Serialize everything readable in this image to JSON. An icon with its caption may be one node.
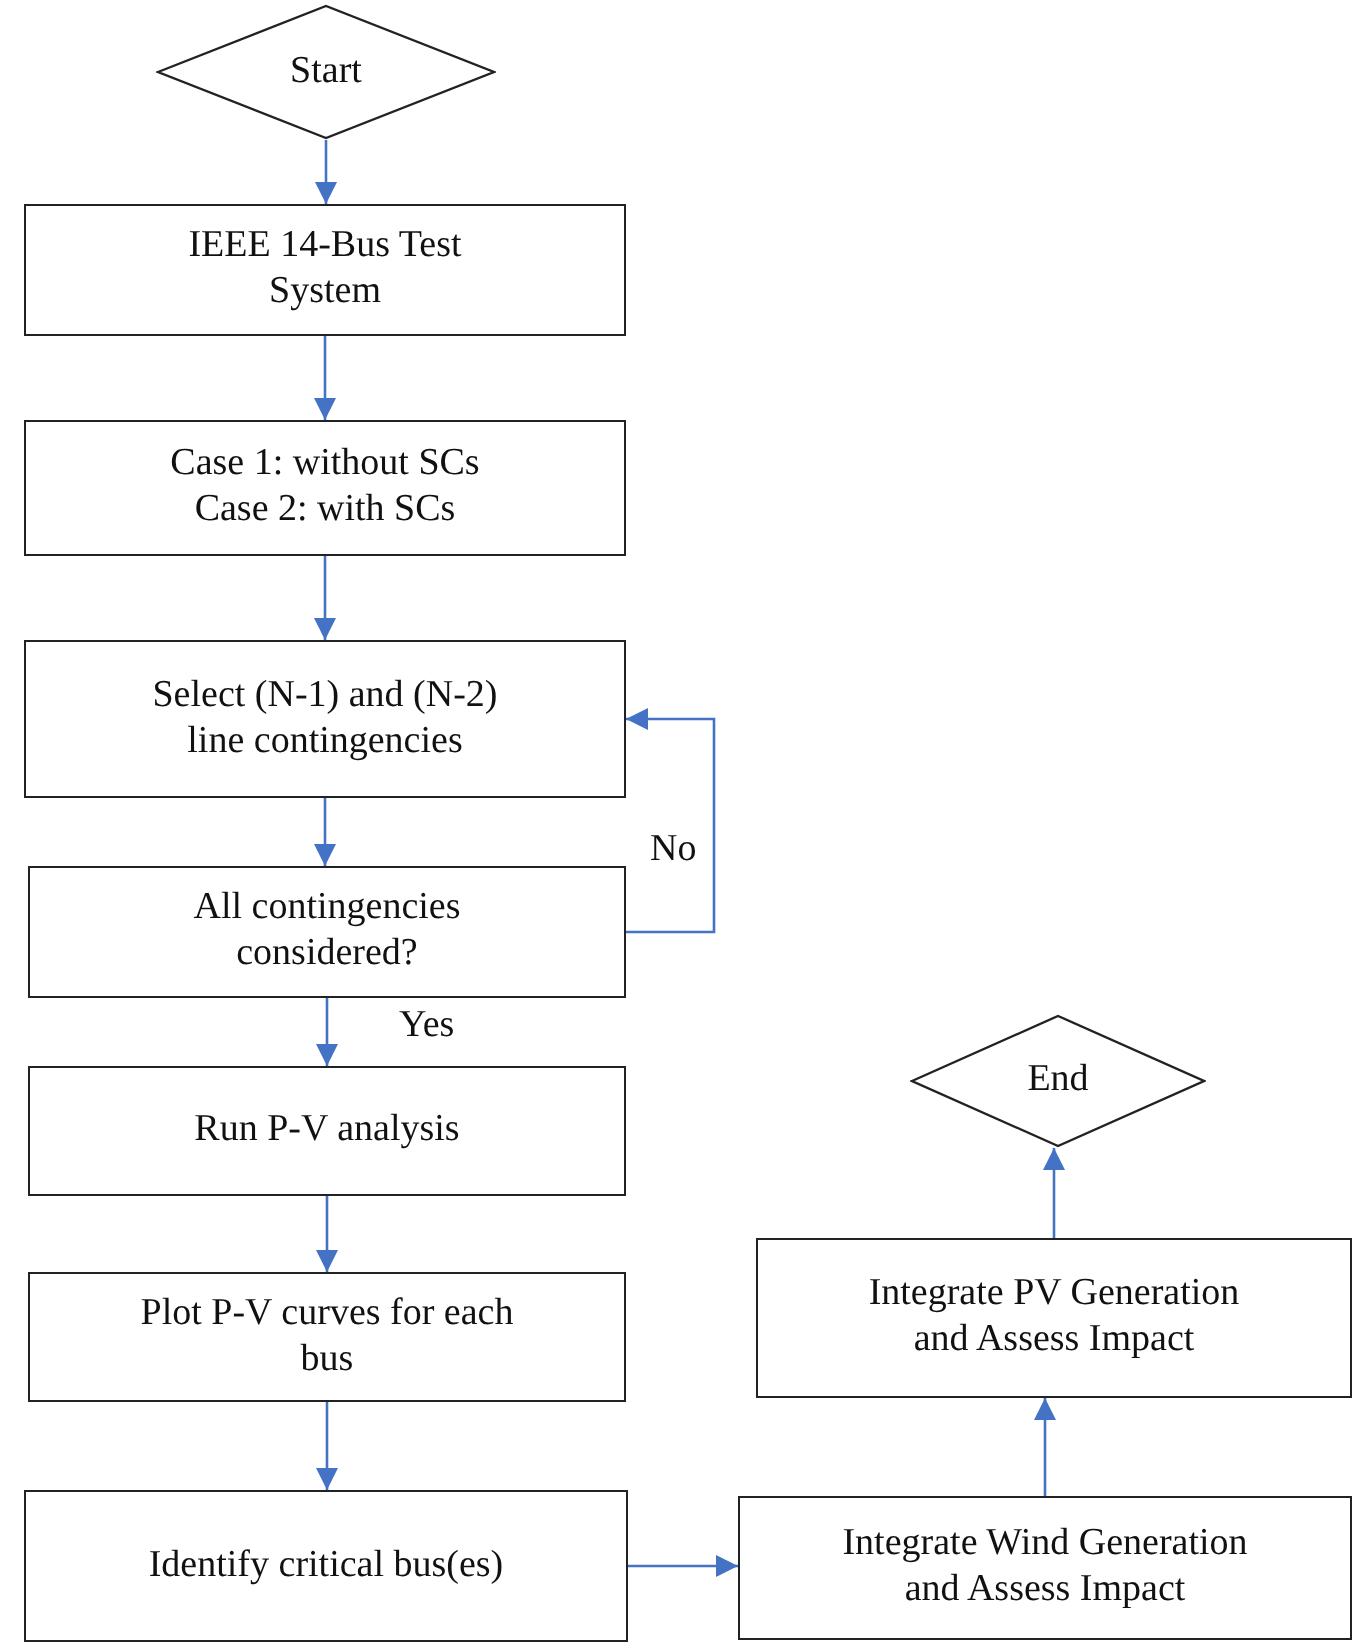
{
  "diagram": {
    "nodes": [
      {
        "text": [
          "Start"
        ]
      },
      {
        "text": [
          "IEEE 14-Bus Test System"
        ]
      },
      {
        "text": [
          "Case 1: without SCs Case 2: with SCs"
        ]
      },
      {
        "text": [
          "Select (N-1) and (N-2) line contingencies"
        ]
      },
      {
        "text": [
          "All contingencies considered?"
        ]
      },
      {
        "text": [
          "Run P-V analysis"
        ]
      },
      {
        "text": [
          "Plot P-V curves for each bus"
        ]
      },
      {
        "text": [
          "Identify critical bus(es)"
        ]
      },
      {
        "text": [
          "Integrate Wind Generation and Assess Impact"
        ]
      },
      {
        "text": [
          "Integrate PV Generation and Assess Impact"
        ]
      },
      {
        "text": [
          "End"
        ]
      }
    ],
    "edges": [
      {
        "from": 0,
        "to": 1,
        "arrow": "to"
      },
      {
        "from": 1,
        "to": 2,
        "arrow": "to"
      },
      {
        "from": 2,
        "to": 3,
        "arrow": "to"
      },
      {
        "from": 3,
        "to": 4,
        "arrow": "to"
      },
      {
        "from": 4,
        "to": 3,
        "arrow": "to",
        "label": "No"
      },
      {
        "from": 4,
        "to": 5,
        "arrow": "to",
        "label": "Yes"
      },
      {
        "from": 5,
        "to": 6,
        "arrow": "to"
      },
      {
        "from": 6,
        "to": 7,
        "arrow": "to"
      },
      {
        "from": 7,
        "to": 8,
        "arrow": "to"
      },
      {
        "from": 8,
        "to": 9,
        "arrow": "to"
      },
      {
        "from": 9,
        "to": 10,
        "arrow": "to"
      }
    ]
  }
}
